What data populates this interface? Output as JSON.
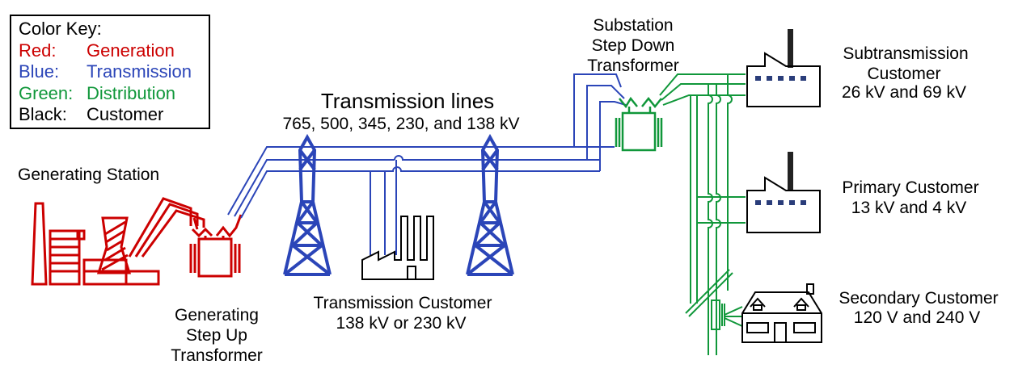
{
  "key": {
    "title": "Color Key:",
    "rows": [
      {
        "name": "Red:",
        "meaning": "Generation",
        "color": "#cc0000"
      },
      {
        "name": "Blue:",
        "meaning": "Transmission",
        "color": "#2b45b8"
      },
      {
        "name": "Green:",
        "meaning": "Distribution",
        "color": "#10973a"
      },
      {
        "name": "Black:",
        "meaning": "Customer",
        "color": "#000000"
      }
    ]
  },
  "labels": {
    "generating_station": "Generating Station",
    "step_up": [
      "Generating",
      "Step Up",
      "Transformer"
    ],
    "transmission_title": "Transmission lines",
    "transmission_voltages": "765, 500, 345, 230, and 138 kV",
    "transmission_customer": [
      "Transmission Customer",
      "138 kV or 230 kV"
    ],
    "substation": [
      "Substation",
      "Step Down",
      "Transformer"
    ],
    "subtransmission_customer": [
      "Subtransmission",
      "Customer",
      "26 kV and 69 kV"
    ],
    "primary_customer": [
      "Primary Customer",
      "13 kV and 4 kV"
    ],
    "secondary_customer": [
      "Secondary Customer",
      "120 V and 240 V"
    ]
  },
  "colors": {
    "generation": "#cc0000",
    "transmission": "#2b45b8",
    "distribution": "#10973a",
    "customer": "#000000"
  }
}
